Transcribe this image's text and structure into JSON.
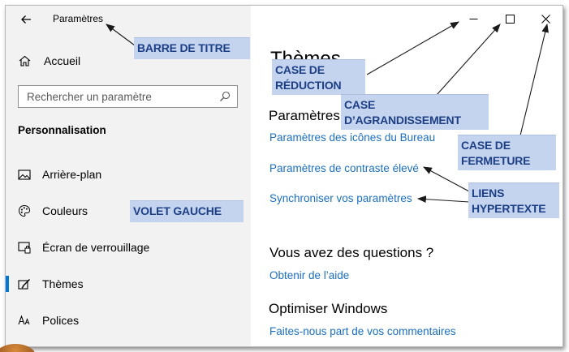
{
  "window": {
    "title": "Paramètres",
    "back_icon": "back-arrow-icon",
    "controls": {
      "minimize_icon": "minimize-icon",
      "maximize_icon": "maximize-icon",
      "close_icon": "close-icon"
    }
  },
  "sidebar": {
    "home": {
      "label": "Accueil",
      "icon": "home-icon"
    },
    "search": {
      "placeholder": "Rechercher un paramètre",
      "icon": "search-icon"
    },
    "section_title": "Personnalisation",
    "items": [
      {
        "label": "Arrière-plan",
        "icon": "picture-icon",
        "active": false
      },
      {
        "label": "Couleurs",
        "icon": "palette-icon",
        "active": false
      },
      {
        "label": "Écran de verrouillage",
        "icon": "lock-screen-icon",
        "active": false
      },
      {
        "label": "Thèmes",
        "icon": "brush-icon",
        "active": true
      },
      {
        "label": "Polices",
        "icon": "font-icon",
        "active": false
      }
    ]
  },
  "main": {
    "page_title": "Thèmes",
    "related_title": "Paramètres",
    "links": [
      "Paramètres des icônes du Bureau",
      "Paramètres de contraste élevé",
      "Synchroniser vos paramètres"
    ],
    "questions": {
      "title": "Vous avez des questions ?",
      "link": "Obtenir de l’aide"
    },
    "improve": {
      "title": "Optimiser Windows",
      "link": "Faites-nous part de vos commentaires"
    }
  },
  "annotations": {
    "title_bar": "BARRE DE TITRE",
    "minimize": [
      "CASE DE",
      "RÉDUCTION"
    ],
    "maximize": [
      "CASE",
      "D’AGRANDISSEMENT"
    ],
    "close": [
      "CASE DE",
      "FERMETURE"
    ],
    "hyperlinks": [
      "LIENS",
      "HYPERTEXTE"
    ],
    "left_pane": "VOLET GAUCHE"
  },
  "colors": {
    "accent": "#0078d7",
    "link": "#1a6fc2",
    "sidebar_bg": "#f2f2f2",
    "callout_bg": "#c5d4ee",
    "callout_text": "#1c3f86"
  }
}
